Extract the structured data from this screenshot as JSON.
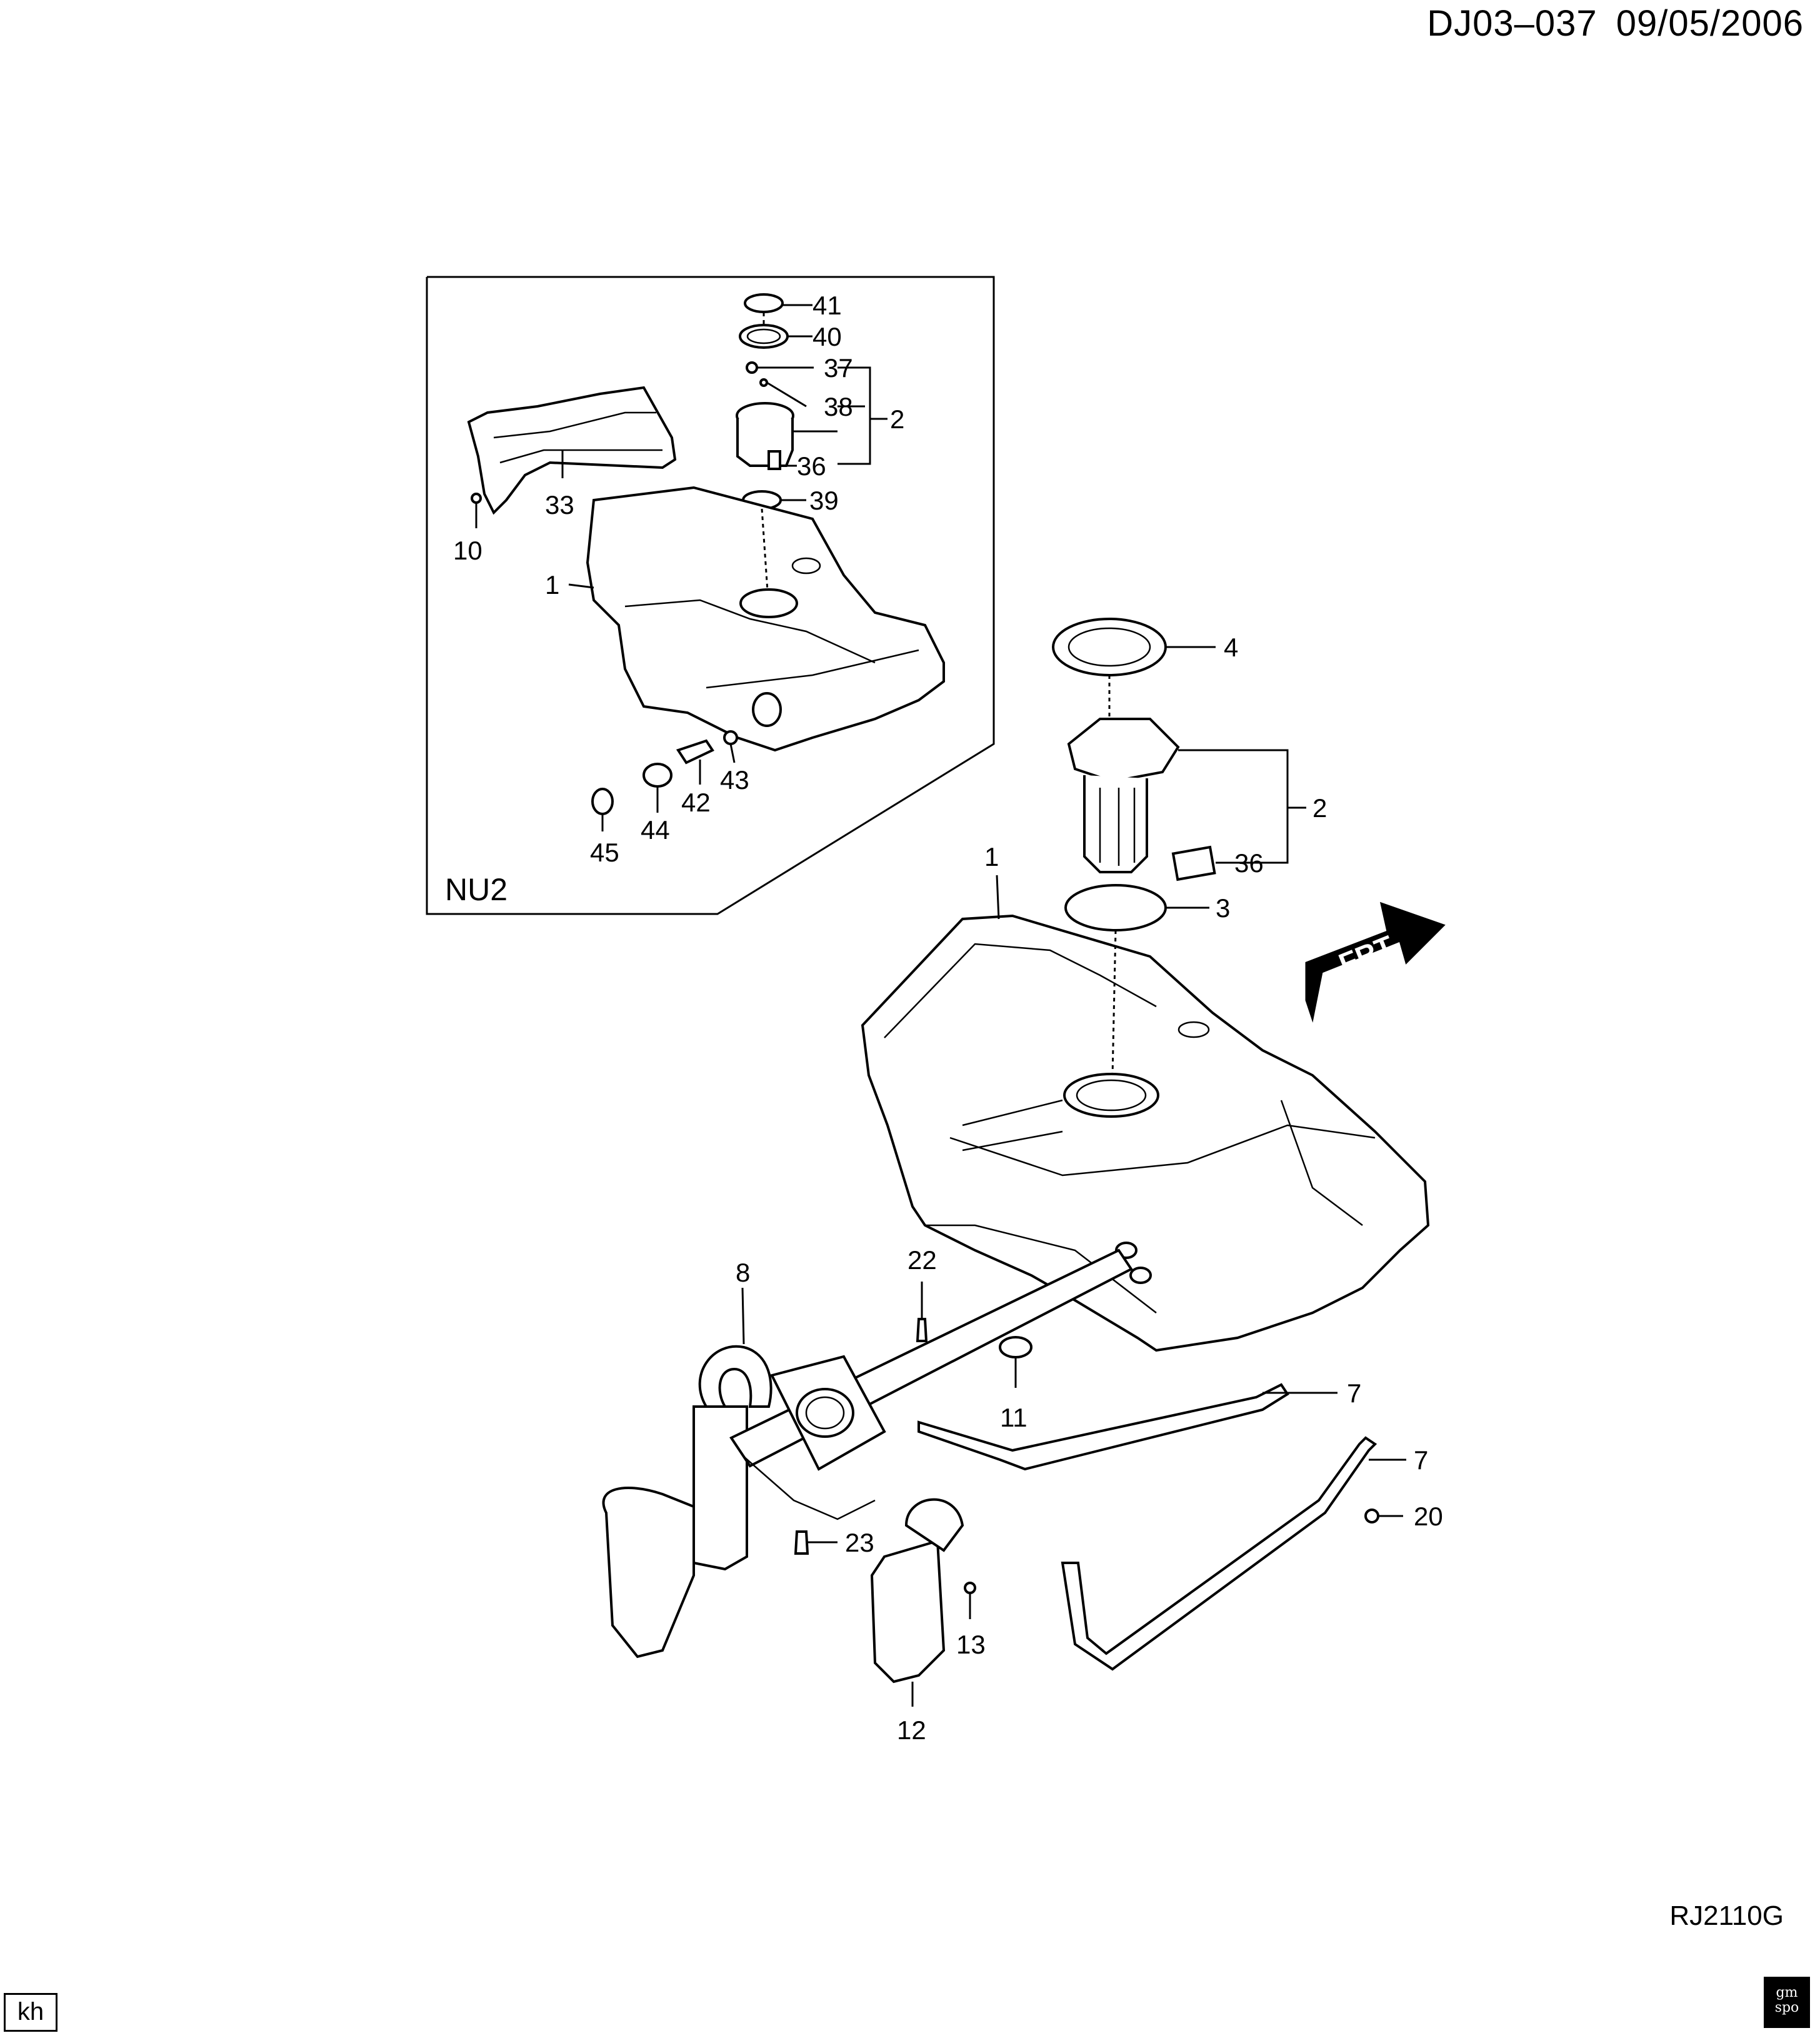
{
  "header": {
    "drawing_id": "DJ03–037",
    "date": "09/05/2006"
  },
  "footer": {
    "code": "RJ2110G",
    "initials": "kh",
    "logo_text": "gm spo"
  },
  "inset": {
    "label": "NU2"
  },
  "frt_arrow": "FRT",
  "callouts": {
    "n41": "41",
    "n40": "40",
    "n37": "37",
    "n38": "38",
    "n2a": "2",
    "n36a": "36",
    "n39": "39",
    "n33": "33",
    "n10": "10",
    "n1a": "1",
    "n42": "42",
    "n43": "43",
    "n44": "44",
    "n45": "45",
    "n4": "4",
    "n2b": "2",
    "n36b": "36",
    "n1b": "1",
    "n3": "3",
    "n8": "8",
    "n22": "22",
    "n11": "11",
    "n7a": "7",
    "n7b": "7",
    "n20": "20",
    "n23": "23",
    "n13": "13",
    "n12": "12"
  }
}
